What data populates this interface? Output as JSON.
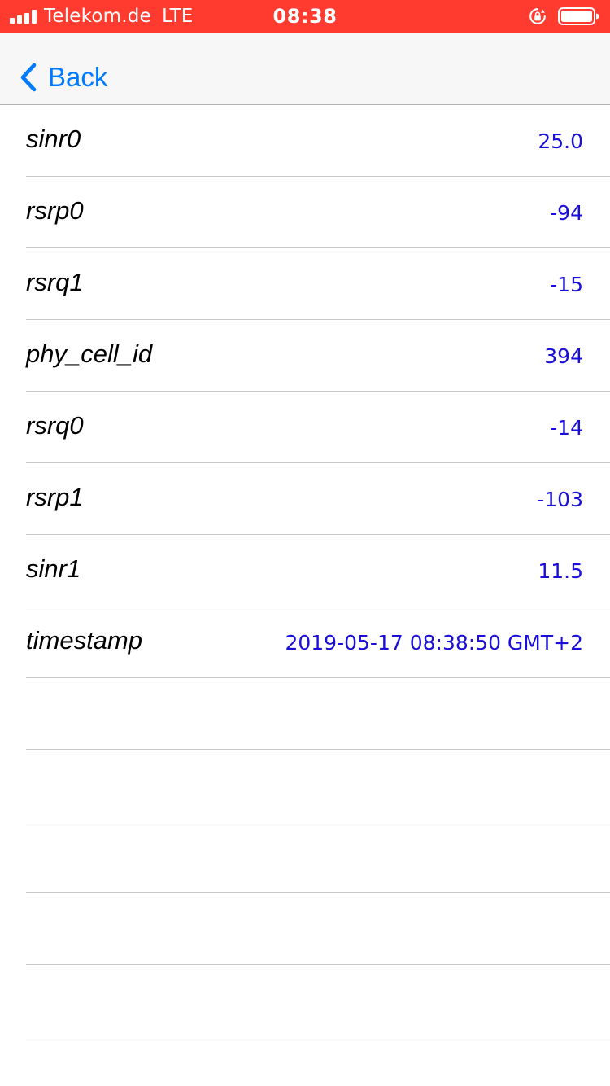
{
  "status_bar": {
    "carrier": "Telekom.de",
    "network": "LTE",
    "time": "08:38",
    "signal_bars": 4,
    "battery_level": 1.0,
    "background_color": "#ff3b30"
  },
  "nav": {
    "back_label": "Back",
    "back_icon": "chevron-left-icon",
    "accent_color": "#007aff"
  },
  "rows": [
    {
      "key": "sinr0",
      "value": "25.0"
    },
    {
      "key": "rsrp0",
      "value": "-94"
    },
    {
      "key": "rsrq1",
      "value": "-15"
    },
    {
      "key": "phy_cell_id",
      "value": "394"
    },
    {
      "key": "rsrq0",
      "value": "-14"
    },
    {
      "key": "rsrp1",
      "value": "-103"
    },
    {
      "key": "sinr1",
      "value": "11.5"
    },
    {
      "key": "timestamp",
      "value": "2019-05-17 08:38:50 GMT+2"
    }
  ],
  "value_color": "#1a0fd8"
}
